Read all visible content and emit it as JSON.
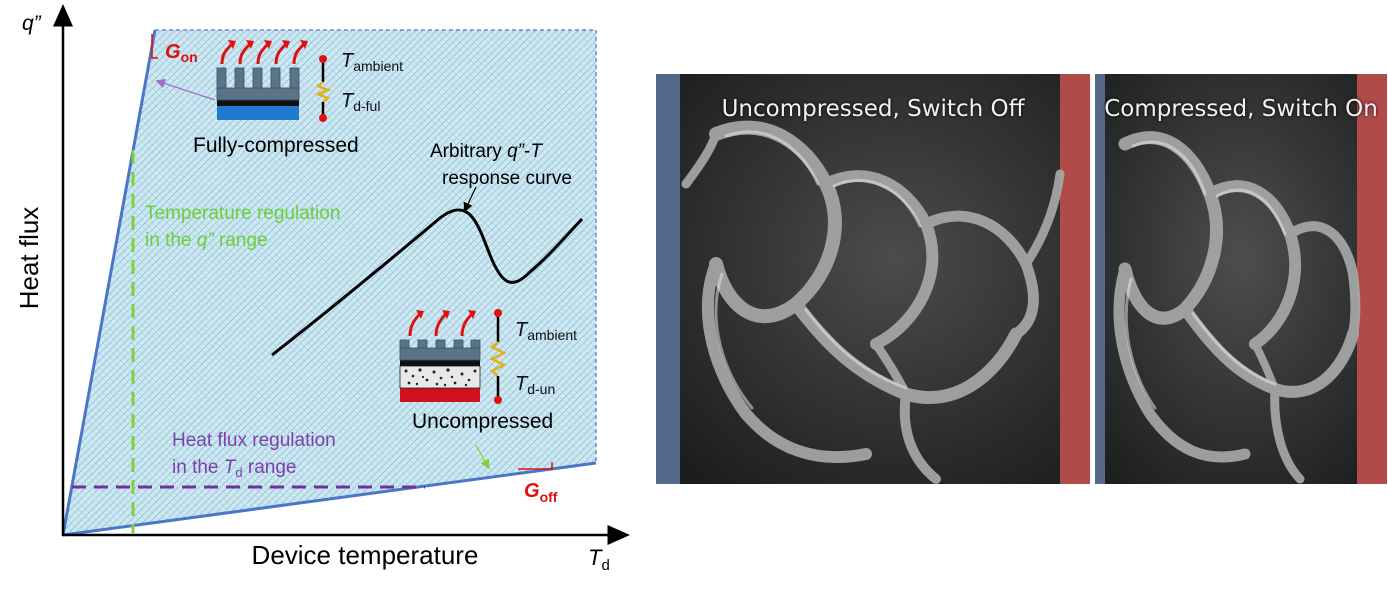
{
  "diagram": {
    "axes": {
      "y_symbol": "q”",
      "x_symbol_main": "T",
      "x_symbol_sub": "d",
      "y_title": "Heat flux",
      "x_title": "Device temperature"
    },
    "g_on": {
      "main": "G",
      "sub": "on"
    },
    "g_off": {
      "main": "G",
      "sub": "off"
    },
    "fully_compressed": {
      "label": "Fully-compressed",
      "t_ambient_main": "T",
      "t_ambient_sub": "ambient",
      "t_device_main": "T",
      "t_device_sub": "d-ful"
    },
    "uncompressed": {
      "label": "Uncompressed",
      "t_ambient_main": "T",
      "t_ambient_sub": "ambient",
      "t_device_main": "T",
      "t_device_sub": "d-un"
    },
    "response_curve": {
      "line1_a": "Arbitrary ",
      "line1_q": "q”",
      "line1_b": "-",
      "line1_t": "T",
      "line2": "response curve"
    },
    "temp_regulation": {
      "line1": "Temperature regulation",
      "line2_a": "in the ",
      "line2_q": "q”",
      "line2_b": " range"
    },
    "flux_regulation": {
      "line1": "Heat flux regulation",
      "line2_a": "in the ",
      "line2_t": "T",
      "line2_sub": "d",
      "line2_b": " range"
    },
    "colors": {
      "blue_line": "#4a76c8",
      "green_dash": "#7fd13b",
      "purple_dash": "#7030a0",
      "red": "#e01010",
      "hatch_fill": "#bfe3ee"
    }
  },
  "photos": [
    {
      "caption": "Uncompressed, Switch Off"
    },
    {
      "caption": "Compressed, Switch On"
    }
  ]
}
